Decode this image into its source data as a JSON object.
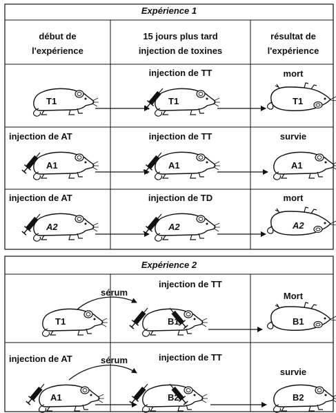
{
  "experience1": {
    "title": "Expérience 1",
    "col1_header_line1": "début de",
    "col1_header_line2": "l'expérience",
    "col2_header_line1": "15 jours plus tard",
    "col2_header_line2": "injection de toxines",
    "col3_header_line1": "résultat de",
    "col3_header_line2": "l'expérience",
    "rows": [
      {
        "col1_text": "",
        "col1_label": "T1",
        "col2_text": "injection de TT",
        "col2_label": "T1",
        "col3_text": "mort",
        "col3_label": "T1"
      },
      {
        "col1_text": "injection de AT",
        "col1_label": "A1",
        "col2_text": "injection de TT",
        "col2_label": "A1",
        "col3_text": "survie",
        "col3_label": "A1"
      },
      {
        "col1_text": "injection de AT",
        "col1_label": "A2",
        "col2_text": "injection de TD",
        "col2_label": "A2",
        "col3_text": "mort",
        "col3_label": "A2"
      }
    ]
  },
  "experience2": {
    "title": "Expérience 2",
    "serum_label": "sérum",
    "rows": [
      {
        "col1_text": "",
        "col1_label": "T1",
        "col2_text": "injection de TT",
        "col2_label": "B1",
        "col3_text": "Mort",
        "col3_label": "B1"
      },
      {
        "col1_text": "injection de AT",
        "col1_label": "A1",
        "col2_text": "injection de TT",
        "col2_label": "B2",
        "col3_text": "survie",
        "col3_label": "B2"
      }
    ]
  },
  "colors": {
    "line": "#111111",
    "background": "#ffffff"
  }
}
